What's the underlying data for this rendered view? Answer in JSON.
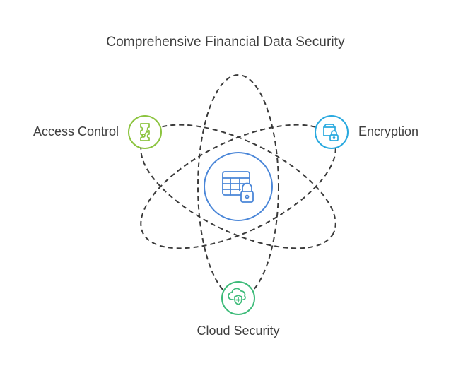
{
  "title": "Comprehensive Financial Data Security",
  "center": {
    "icon": "spreadsheet-lock-icon",
    "color": "#4a86d8"
  },
  "nodes": [
    {
      "id": "access-control",
      "label": "Access Control",
      "icon": "key-card-icon",
      "color": "#8cc43f"
    },
    {
      "id": "encryption",
      "label": "Encryption",
      "icon": "lock-box-icon",
      "color": "#29a9df"
    },
    {
      "id": "cloud-security",
      "label": "Cloud Security",
      "icon": "cloud-shield-icon",
      "color": "#3dbb79"
    }
  ],
  "orbit_color": "#3a3a3a"
}
